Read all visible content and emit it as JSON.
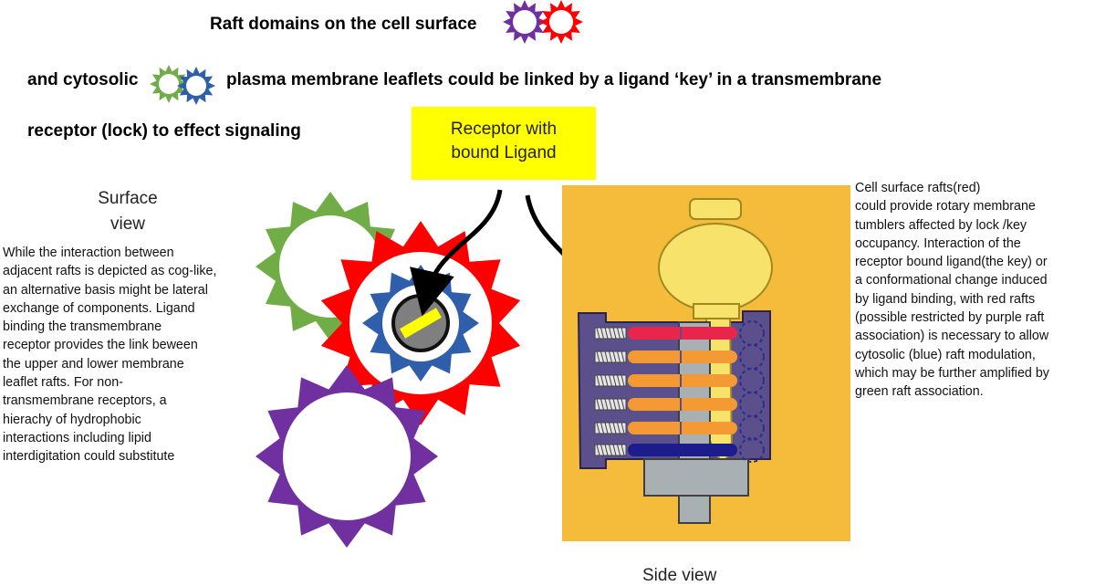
{
  "header": {
    "line1": "Raft domains on the cell surface",
    "line2": "and cytosolic",
    "line2b": "plasma membrane leaflets could be linked by a ligand ‘key’ in a transmembrane",
    "line3": "receptor (lock) to effect signaling"
  },
  "receptor_box": {
    "line1": "Receptor with",
    "line2": "bound Ligand",
    "color": "#ffff00"
  },
  "surface": {
    "heading_line1": "Surface",
    "heading_line2": "view",
    "text_lines": [
      "While the interaction between",
      "adjacent rafts is depicted as cog-like,",
      "an alternative basis might be  lateral",
      "exchange of components. Ligand",
      "binding the transmembrane",
      "receptor provides the link beween",
      "the upper and lower membrane",
      "leaflet rafts. For non-",
      "transmembrane receptors, a",
      "hierachy  of  hydrophobic",
      "interactions including lipid",
      "interdigitation could substitute"
    ]
  },
  "side": {
    "text_lines": [
      "Cell surface rafts(red)",
      "could provide rotary membrane",
      "tumblers affected by lock /key",
      "occupancy. Interaction of the",
      "receptor bound ligand(the key) or",
      "a conformational change induced",
      "by ligand binding, with red rafts",
      "(possible restricted by purple raft",
      "association) is necessary to allow",
      "cytosolic (blue) raft modulation,",
      "which may be further amplified by",
      "green  raft association."
    ],
    "label": "Side view"
  },
  "colors": {
    "purple": "#7030a0",
    "red": "#ff0000",
    "green": "#70ad47",
    "blue": "#2f5faa",
    "lock_panel": "#f5bc3c",
    "lock_body": "#5b4f8c",
    "key": "#f7e36c",
    "pin_red": "#e8254a",
    "pin_orange": "#f39a35",
    "pin_navy": "#1c1c8c"
  }
}
